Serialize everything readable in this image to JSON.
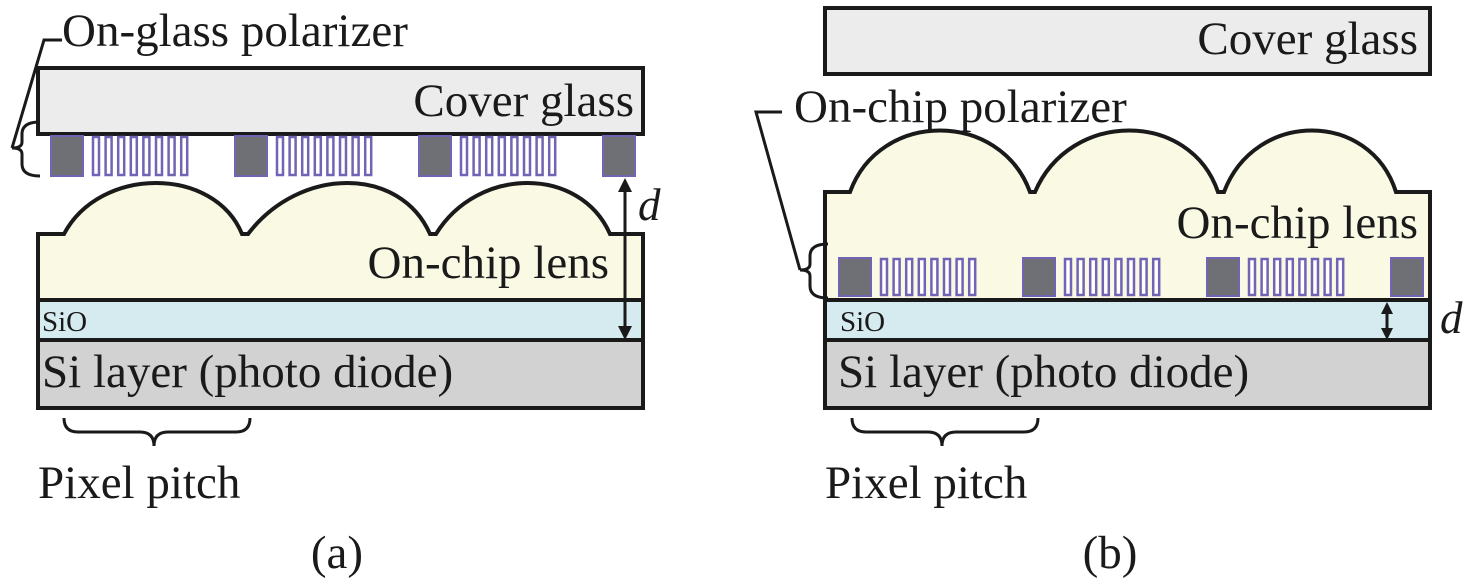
{
  "panel_a": {
    "polarizer_label": "On-glass polarizer",
    "cover_glass_label": "Cover glass",
    "lens_label": "On-chip lens",
    "sio_label": "SiO",
    "si_label": "Si layer (photo diode)",
    "pitch_label": "Pixel pitch",
    "distance_label": "d",
    "caption": "(a)"
  },
  "panel_b": {
    "polarizer_label": "On-chip polarizer",
    "cover_glass_label": "Cover glass",
    "lens_label": "On-chip lens",
    "sio_label": "SiO",
    "si_label": "Si layer (photo diode)",
    "pitch_label": "Pixel pitch",
    "distance_label": "d",
    "caption": "(b)"
  },
  "colors": {
    "cover_glass": "#ececec",
    "lens": "#fafae4",
    "sio": "#d6ebf0",
    "si": "#d2d2d2",
    "polarizer_block": "#6f6f76",
    "polarizer_wire": "#7264b4"
  }
}
